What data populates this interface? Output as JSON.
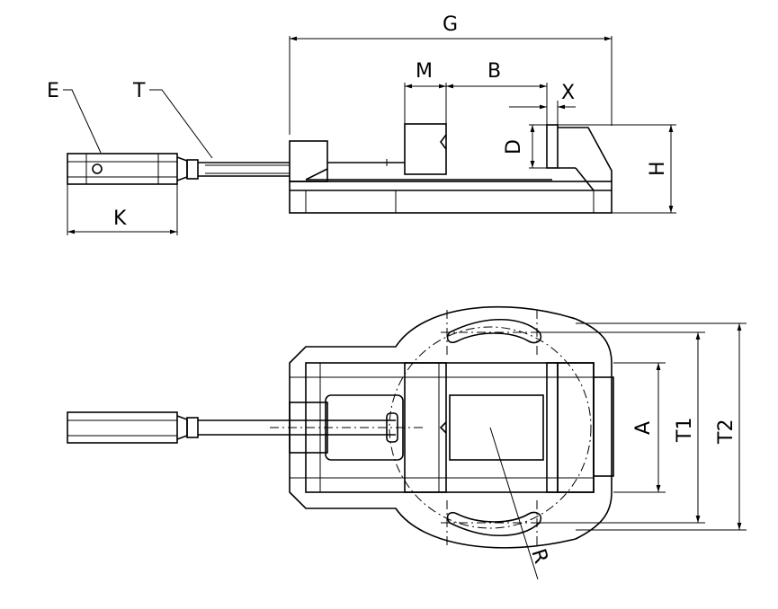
{
  "figure": {
    "type": "technical drawing",
    "subject": "machine vise with handle",
    "views": [
      "side",
      "top"
    ]
  },
  "labels": {
    "E": "E",
    "T": "T",
    "G": "G",
    "M": "M",
    "B": "B",
    "X": "X",
    "D": "D",
    "H": "H",
    "K": "K",
    "A": "A",
    "T1": "T1",
    "T2": "T2",
    "R": "R"
  }
}
